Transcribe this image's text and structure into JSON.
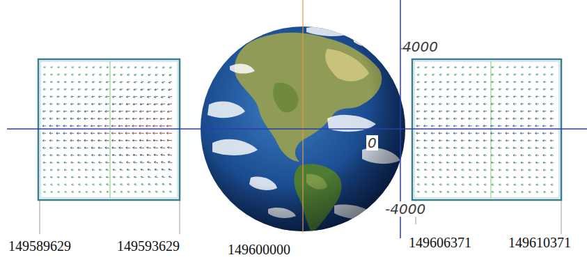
{
  "diagram": {
    "labels": [
      "4000",
      "0",
      "-4000",
      "149589629",
      "149593629",
      "149600000",
      "149606371",
      "149610371"
    ]
  }
}
